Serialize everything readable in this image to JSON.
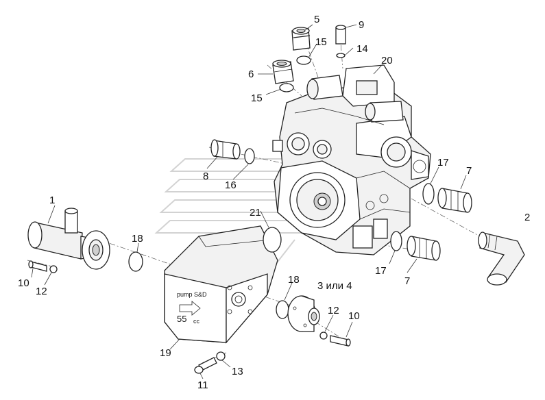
{
  "callouts": [
    {
      "id": "c5",
      "text": "5"
    },
    {
      "id": "c9",
      "text": "9"
    },
    {
      "id": "c15a",
      "text": "15"
    },
    {
      "id": "c14",
      "text": "14"
    },
    {
      "id": "c20",
      "text": "20"
    },
    {
      "id": "c6",
      "text": "6"
    },
    {
      "id": "c15b",
      "text": "15"
    },
    {
      "id": "c8",
      "text": "8"
    },
    {
      "id": "c16",
      "text": "16"
    },
    {
      "id": "c17a",
      "text": "17"
    },
    {
      "id": "c7a",
      "text": "7"
    },
    {
      "id": "c1",
      "text": "1"
    },
    {
      "id": "c2",
      "text": "2"
    },
    {
      "id": "c21",
      "text": "21"
    },
    {
      "id": "c18a",
      "text": "18"
    },
    {
      "id": "c17b",
      "text": "17"
    },
    {
      "id": "c7b",
      "text": "7"
    },
    {
      "id": "c10a",
      "text": "10"
    },
    {
      "id": "c12a",
      "text": "12"
    },
    {
      "id": "c18b",
      "text": "18"
    },
    {
      "id": "c3or4",
      "text": "3 или 4"
    },
    {
      "id": "c12b",
      "text": "12"
    },
    {
      "id": "c10b",
      "text": "10"
    },
    {
      "id": "c19",
      "text": "19"
    },
    {
      "id": "c13",
      "text": "13"
    },
    {
      "id": "c11",
      "text": "11"
    }
  ],
  "pump_label": {
    "brand": "pump S&D",
    "size": "55",
    "unit": "cc"
  }
}
